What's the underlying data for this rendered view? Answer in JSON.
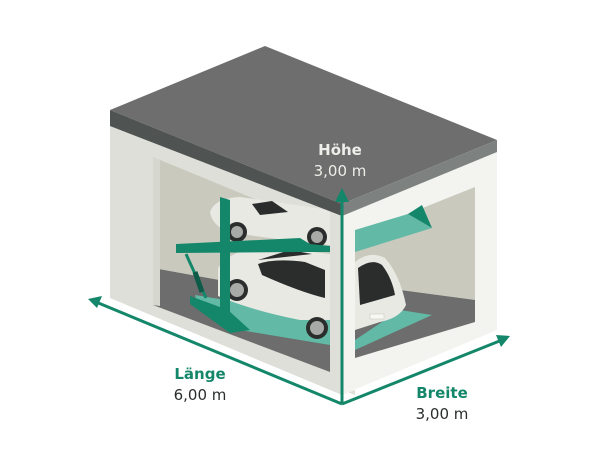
{
  "illustration": {
    "subject": "double-stack parking lift in a single garage",
    "colors": {
      "roof_top": "#6d6e6d",
      "roof_edge_front": "#4f5453",
      "roof_edge_side": "#7d8281",
      "wall_front": "#dedfd8",
      "wall_side": "#f3f3ef",
      "interior_back": "#c9cabd",
      "floor": "#6c6d6c",
      "accent_green": "#14876a",
      "platform_green": "#62b9a6",
      "car_body": "#e9e9e4",
      "car_window": "#2a2d2c"
    }
  },
  "dimensions": {
    "height": {
      "label": "Höhe",
      "value": "3,00 m"
    },
    "length": {
      "label": "Länge",
      "value": "6,00 m"
    },
    "width": {
      "label": "Breite",
      "value": "3,00 m"
    }
  }
}
